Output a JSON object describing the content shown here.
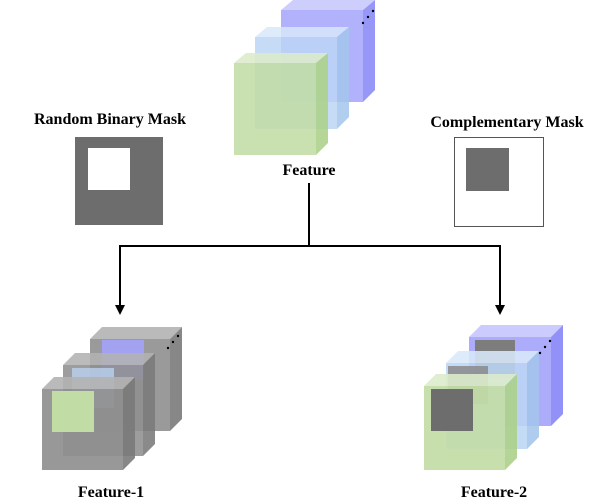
{
  "labels": {
    "random_mask": "Random Binary Mask",
    "complementary_mask": "Complementary Mask",
    "feature": "Feature",
    "feature1": "Feature-1",
    "feature2": "Feature-2"
  },
  "colors": {
    "blue_face": "#a3a3fb",
    "blue_side": "#8585f6",
    "blue_top": "#c5c5fd",
    "light_blue_face": "#bcd6f4",
    "light_blue_side": "#a4c5ec",
    "light_blue_top": "#d8e8f9",
    "green_face": "#c2dca6",
    "green_side": "#acd089",
    "green_top": "#dcebcb",
    "gray_face": "#8f8f8f",
    "gray_side": "#7a7a7a",
    "gray_top": "#b2b2b2",
    "mask_gray": "#6d6d6d",
    "arrow": "#000000"
  }
}
